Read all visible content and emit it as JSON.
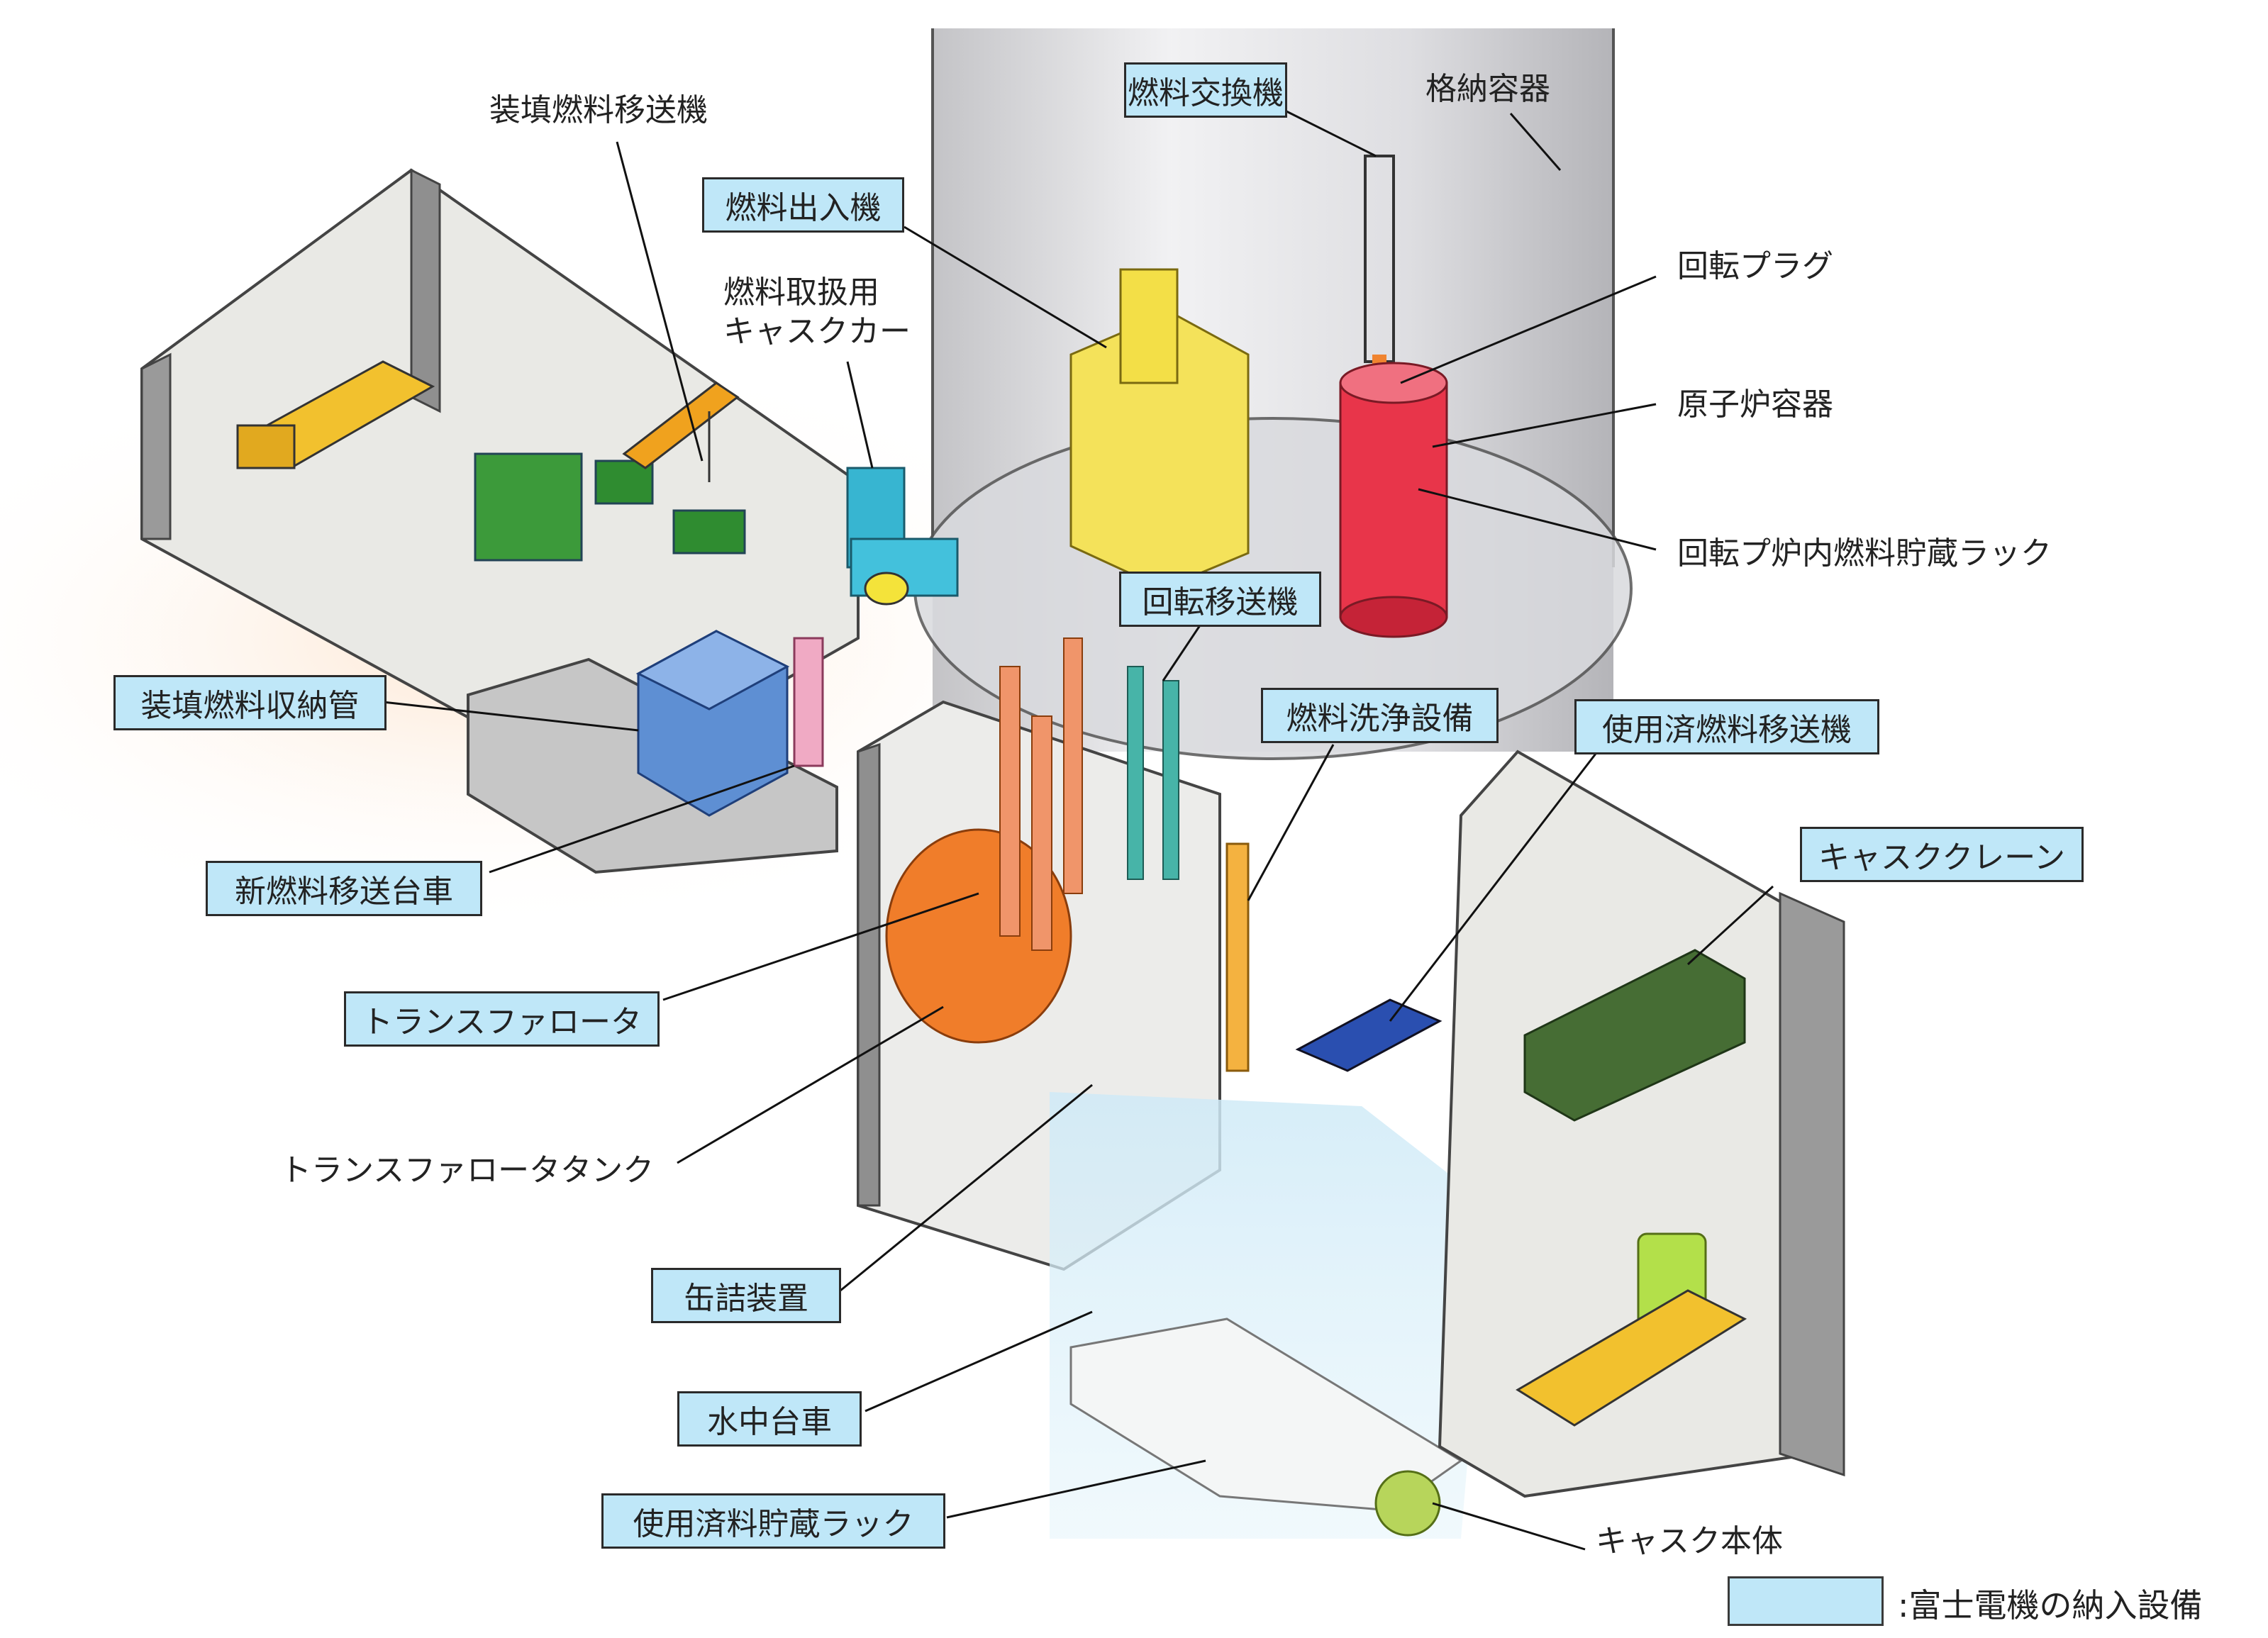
{
  "labels": {
    "fuel_exchanger": "燃料交換機",
    "containment": "格納容器",
    "loaded_fuel_transfer": "装填燃料移送機",
    "fuel_entry_exit": "燃料出入機",
    "cask_car": "燃料取扱用\nキャスクカー",
    "rotating_plug": "回転プラグ",
    "reactor_vessel": "原子炉容器",
    "in_vessel_storage": "回転プ炉内燃料貯蔵ラック",
    "rotating_transfer": "回転移送機",
    "loaded_fuel_tubes": "装填燃料収納管",
    "fuel_washing": "燃料洗浄設備",
    "spent_fuel_transfer": "使用済燃料移送機",
    "cask_crane": "キャスククレーン",
    "new_fuel_cart": "新燃料移送台車",
    "transfer_rotor": "トランスファロータ",
    "transfer_rotor_tank": "トランスファロータタンク",
    "canning_device": "缶詰装置",
    "underwater_cart": "水中台車",
    "spent_storage_rack": "使用済料貯蔵ラック",
    "cask_body": "キャスク本体"
  },
  "legend": {
    "text": ":富士電機の納入設備",
    "color": "#bfe7f8"
  }
}
